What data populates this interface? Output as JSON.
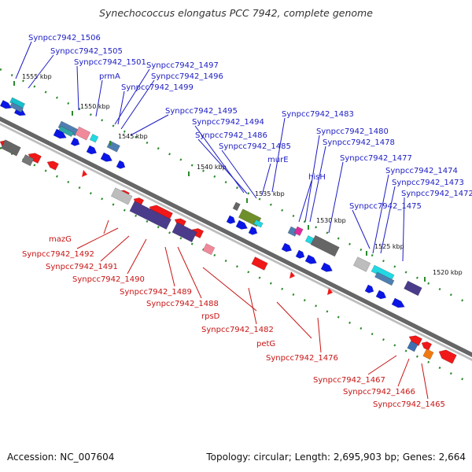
{
  "title": "Synechococcus elongatus PCC 7942, complete genome",
  "accession": "Accession: NC_007604",
  "summary": "Topology: circular; Length: 2,695,903 bp; Genes: 2,664",
  "colors": {
    "forward_gene": "#0a16e6",
    "reverse_gene": "#f01818",
    "backbone": "#666666",
    "tick": "#2a8a2a",
    "label_top": "#1c1cc4",
    "label_bottom": "#c81414"
  },
  "scale_labels": [
    "1555 kbp",
    "1550 kbp",
    "1545 kbp",
    "1540 kbp",
    "1535 kbp",
    "1530 kbp",
    "1525 kbp",
    "1520 kbp"
  ],
  "top_genes": [
    "Synpcc7942_1506",
    "Synpcc7942_1505",
    "Synpcc7942_1501",
    "prmA",
    "Synpcc7942_1497",
    "Synpcc7942_1496",
    "Synpcc7942_1499",
    "Synpcc7942_1495",
    "Synpcc7942_1494",
    "Synpcc7942_1486",
    "Synpcc7942_1485",
    "Synpcc7942_1483",
    "murE",
    "Synpcc7942_1480",
    "Synpcc7942_1478",
    "hisH",
    "Synpcc7942_1477",
    "Synpcc7942_1474",
    "Synpcc7942_1473",
    "Synpcc7942_1472",
    "Synpcc7942_1475"
  ],
  "bottom_genes": [
    "mazG",
    "Synpcc7942_1492",
    "Synpcc7942_1491",
    "Synpcc7942_1490",
    "Synpcc7942_1489",
    "Synpcc7942_1488",
    "rpsD",
    "Synpcc7942_1482",
    "petG",
    "Synpcc7942_1476",
    "Synpcc7942_1467",
    "Synpcc7942_1466",
    "Synpcc7942_1465"
  ]
}
